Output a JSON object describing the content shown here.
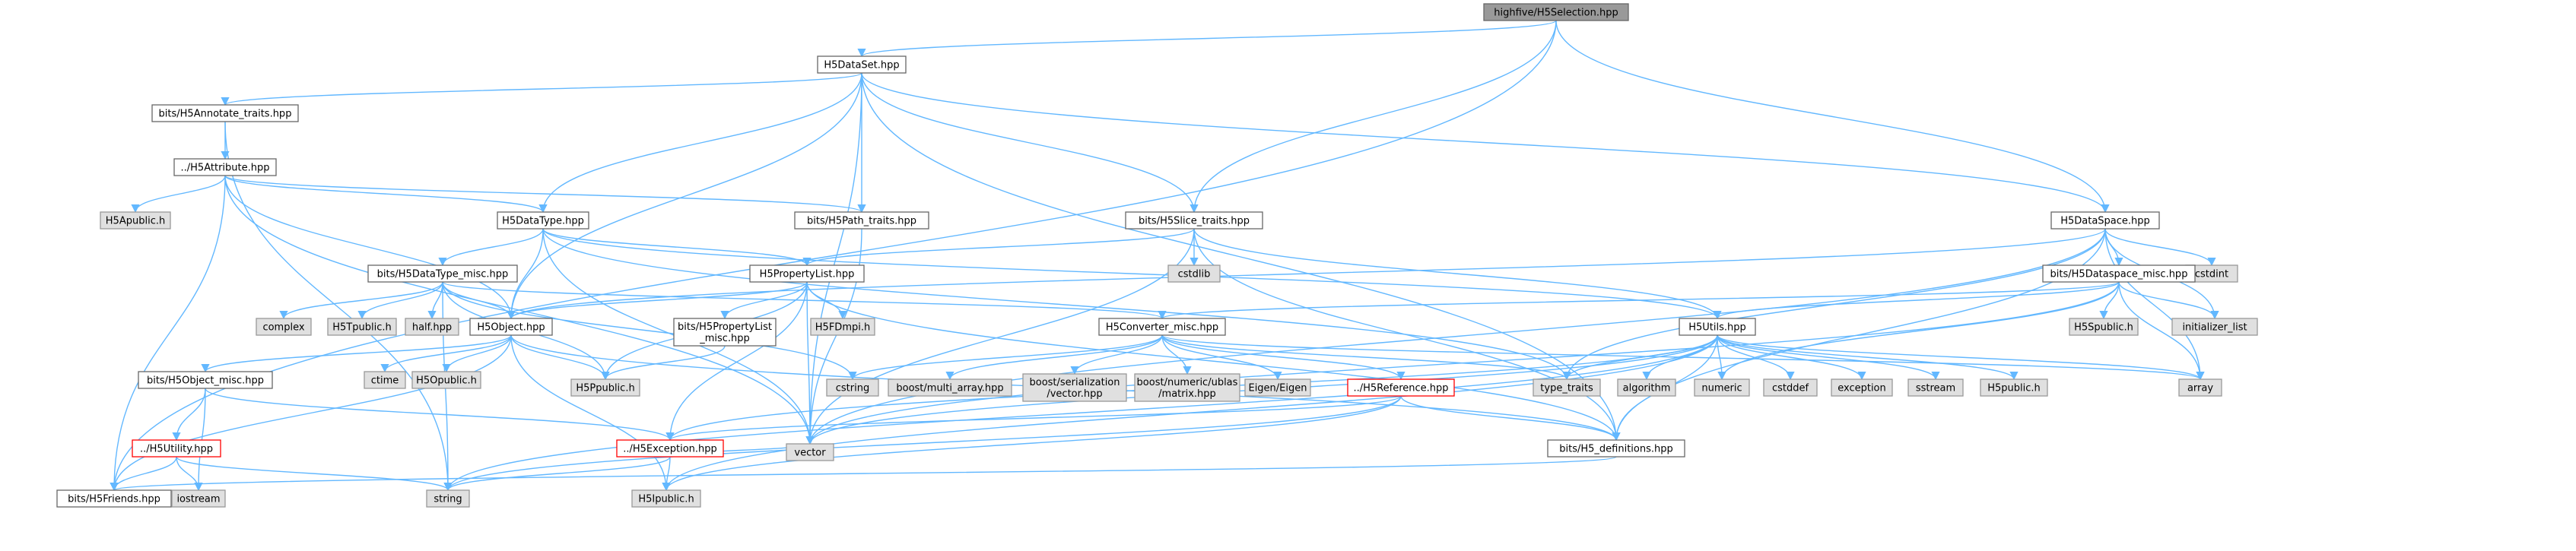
{
  "colors": {
    "edge": "#63b8ff",
    "text": "#000000",
    "root_fill": "#999999",
    "root_border": "#666666",
    "file_fill": "#ffffff",
    "file_border": "#666666",
    "system_fill": "#e0e0e0",
    "system_border": "#999999",
    "missing_border": "#ff0000"
  },
  "nodes": [
    {
      "id": "root",
      "label": "highfive/H5Selection.hpp",
      "kind": "root"
    },
    {
      "id": "dataset",
      "label": "H5DataSet.hpp",
      "kind": "file"
    },
    {
      "id": "annotate",
      "label": "bits/H5Annotate_traits.hpp",
      "kind": "file"
    },
    {
      "id": "attribute",
      "label": "../H5Attribute.hpp",
      "kind": "file"
    },
    {
      "id": "h5apublic",
      "label": "H5Apublic.h",
      "kind": "system"
    },
    {
      "id": "datatype",
      "label": "H5DataType.hpp",
      "kind": "file"
    },
    {
      "id": "pathtraits",
      "label": "bits/H5Path_traits.hpp",
      "kind": "file"
    },
    {
      "id": "slicetraits",
      "label": "bits/H5Slice_traits.hpp",
      "kind": "file"
    },
    {
      "id": "dataspace",
      "label": "H5DataSpace.hpp",
      "kind": "file"
    },
    {
      "id": "cstdlib",
      "label": "cstdlib",
      "kind": "system"
    },
    {
      "id": "cstdint",
      "label": "cstdint",
      "kind": "system"
    },
    {
      "id": "dtmisc",
      "label": "bits/H5DataType_misc.hpp",
      "kind": "file"
    },
    {
      "id": "proplist",
      "label": "H5PropertyList.hpp",
      "kind": "file"
    },
    {
      "id": "dsmisc",
      "label": "bits/H5Dataspace_misc.hpp",
      "kind": "file"
    },
    {
      "id": "complex",
      "label": "complex",
      "kind": "system"
    },
    {
      "id": "h5tpublic",
      "label": "H5Tpublic.h",
      "kind": "system"
    },
    {
      "id": "halfhpp",
      "label": "half.hpp",
      "kind": "system"
    },
    {
      "id": "object",
      "label": "H5Object.hpp",
      "kind": "file"
    },
    {
      "id": "plmisc",
      "label": "bits/H5PropertyList\n_misc.hpp",
      "kind": "file"
    },
    {
      "id": "h5fdmpi",
      "label": "H5FDmpi.h",
      "kind": "system"
    },
    {
      "id": "convmisc",
      "label": "H5Converter_misc.hpp",
      "kind": "file"
    },
    {
      "id": "utils",
      "label": "H5Utils.hpp",
      "kind": "file"
    },
    {
      "id": "h5spublic",
      "label": "H5Spublic.h",
      "kind": "system"
    },
    {
      "id": "initlist",
      "label": "initializer_list",
      "kind": "system"
    },
    {
      "id": "objmisc",
      "label": "bits/H5Object_misc.hpp",
      "kind": "file"
    },
    {
      "id": "ctime",
      "label": "ctime",
      "kind": "system"
    },
    {
      "id": "h5opublic",
      "label": "H5Opublic.h",
      "kind": "system"
    },
    {
      "id": "h5ppublic",
      "label": "H5Ppublic.h",
      "kind": "system"
    },
    {
      "id": "cstring",
      "label": "cstring",
      "kind": "system"
    },
    {
      "id": "multiarray",
      "label": "boost/multi_array.hpp",
      "kind": "system"
    },
    {
      "id": "serialvec",
      "label": "boost/serialization\n/vector.hpp",
      "kind": "system"
    },
    {
      "id": "ublas",
      "label": "boost/numeric/ublas\n/matrix.hpp",
      "kind": "system"
    },
    {
      "id": "eigen",
      "label": "Eigen/Eigen",
      "kind": "system"
    },
    {
      "id": "reference",
      "label": "../H5Reference.hpp",
      "kind": "missing"
    },
    {
      "id": "typetraits",
      "label": "type_traits",
      "kind": "system"
    },
    {
      "id": "algorithm",
      "label": "algorithm",
      "kind": "system"
    },
    {
      "id": "numeric",
      "label": "numeric",
      "kind": "system"
    },
    {
      "id": "cstddef",
      "label": "cstddef",
      "kind": "system"
    },
    {
      "id": "exception",
      "label": "exception",
      "kind": "system"
    },
    {
      "id": "sstream",
      "label": "sstream",
      "kind": "system"
    },
    {
      "id": "h5public",
      "label": "H5public.h",
      "kind": "system"
    },
    {
      "id": "array",
      "label": "array",
      "kind": "system"
    },
    {
      "id": "utility",
      "label": "../H5Utility.hpp",
      "kind": "missing"
    },
    {
      "id": "exceptionhpp",
      "label": "../H5Exception.hpp",
      "kind": "missing"
    },
    {
      "id": "vector",
      "label": "vector",
      "kind": "system"
    },
    {
      "id": "definitions",
      "label": "bits/H5_definitions.hpp",
      "kind": "file"
    },
    {
      "id": "friends",
      "label": "bits/H5Friends.hpp",
      "kind": "file"
    },
    {
      "id": "iostream",
      "label": "iostream",
      "kind": "system"
    },
    {
      "id": "string",
      "label": "string",
      "kind": "system"
    },
    {
      "id": "h5ipublic",
      "label": "H5Ipublic.h",
      "kind": "system"
    }
  ],
  "edges": [
    [
      "root",
      "dataset"
    ],
    [
      "root",
      "slicetraits"
    ],
    [
      "root",
      "dataspace"
    ],
    [
      "root",
      "friends"
    ],
    [
      "dataset",
      "annotate"
    ],
    [
      "dataset",
      "datatype"
    ],
    [
      "dataset",
      "pathtraits"
    ],
    [
      "dataset",
      "slicetraits"
    ],
    [
      "dataset",
      "dataspace"
    ],
    [
      "dataset",
      "object"
    ],
    [
      "dataset",
      "vector"
    ],
    [
      "dataset",
      "definitions"
    ],
    [
      "annotate",
      "attribute"
    ],
    [
      "annotate",
      "string"
    ],
    [
      "attribute",
      "h5apublic"
    ],
    [
      "attribute",
      "datatype"
    ],
    [
      "attribute",
      "object"
    ],
    [
      "attribute",
      "pathtraits"
    ],
    [
      "attribute",
      "vector"
    ],
    [
      "attribute",
      "friends"
    ],
    [
      "datatype",
      "dtmisc"
    ],
    [
      "datatype",
      "proplist"
    ],
    [
      "datatype",
      "object"
    ],
    [
      "datatype",
      "utils"
    ],
    [
      "datatype",
      "vector"
    ],
    [
      "datatype",
      "typetraits"
    ],
    [
      "pathtraits",
      "vector"
    ],
    [
      "slicetraits",
      "proplist"
    ],
    [
      "slicetraits",
      "cstdlib"
    ],
    [
      "slicetraits",
      "utils"
    ],
    [
      "slicetraits",
      "vector"
    ],
    [
      "slicetraits",
      "definitions"
    ],
    [
      "dataspace",
      "dsmisc"
    ],
    [
      "dataspace",
      "cstdint"
    ],
    [
      "dataspace",
      "initlist"
    ],
    [
      "dataspace",
      "array"
    ],
    [
      "dataspace",
      "object"
    ],
    [
      "dataspace",
      "typetraits"
    ],
    [
      "dataspace",
      "vector"
    ],
    [
      "dataspace",
      "definitions"
    ],
    [
      "dtmisc",
      "complex"
    ],
    [
      "dtmisc",
      "h5tpublic"
    ],
    [
      "dtmisc",
      "halfhpp"
    ],
    [
      "dtmisc",
      "object"
    ],
    [
      "dtmisc",
      "convmisc"
    ],
    [
      "dtmisc",
      "h5ppublic"
    ],
    [
      "dtmisc",
      "string"
    ],
    [
      "dtmisc",
      "cstring"
    ],
    [
      "proplist",
      "object"
    ],
    [
      "proplist",
      "plmisc"
    ],
    [
      "proplist",
      "h5fdmpi"
    ],
    [
      "proplist",
      "h5ppublic"
    ],
    [
      "proplist",
      "exceptionhpp"
    ],
    [
      "proplist",
      "vector"
    ],
    [
      "proplist",
      "definitions"
    ],
    [
      "dsmisc",
      "convmisc"
    ],
    [
      "dsmisc",
      "utils"
    ],
    [
      "dsmisc",
      "h5spublic"
    ],
    [
      "dsmisc",
      "initlist"
    ],
    [
      "dsmisc",
      "array"
    ],
    [
      "dsmisc",
      "numeric"
    ],
    [
      "dsmisc",
      "vector"
    ],
    [
      "object",
      "objmisc"
    ],
    [
      "object",
      "ctime"
    ],
    [
      "object",
      "h5opublic"
    ],
    [
      "object",
      "h5ppublic"
    ],
    [
      "object",
      "h5ipublic"
    ],
    [
      "object",
      "friends"
    ],
    [
      "object",
      "definitions"
    ],
    [
      "plmisc",
      "h5ppublic"
    ],
    [
      "convmisc",
      "cstring"
    ],
    [
      "convmisc",
      "multiarray"
    ],
    [
      "convmisc",
      "serialvec"
    ],
    [
      "convmisc",
      "ublas"
    ],
    [
      "convmisc",
      "eigen"
    ],
    [
      "convmisc",
      "reference"
    ],
    [
      "convmisc",
      "typetraits"
    ],
    [
      "convmisc",
      "array"
    ],
    [
      "utils",
      "algorithm"
    ],
    [
      "utils",
      "numeric"
    ],
    [
      "utils",
      "cstddef"
    ],
    [
      "utils",
      "exception"
    ],
    [
      "utils",
      "sstream"
    ],
    [
      "utils",
      "h5public"
    ],
    [
      "utils",
      "array"
    ],
    [
      "utils",
      "typetraits"
    ],
    [
      "utils",
      "vector"
    ],
    [
      "utils",
      "definitions"
    ],
    [
      "utils",
      "exceptionhpp"
    ],
    [
      "utils",
      "string"
    ],
    [
      "utils",
      "h5ipublic"
    ],
    [
      "objmisc",
      "utility"
    ],
    [
      "objmisc",
      "exceptionhpp"
    ],
    [
      "objmisc",
      "iostream"
    ],
    [
      "utility",
      "friends"
    ],
    [
      "utility",
      "iostream"
    ],
    [
      "utility",
      "string"
    ],
    [
      "reference",
      "exceptionhpp"
    ],
    [
      "reference",
      "definitions"
    ],
    [
      "reference",
      "string"
    ],
    [
      "reference",
      "h5ipublic"
    ],
    [
      "exceptionhpp",
      "h5ipublic"
    ],
    [
      "exceptionhpp",
      "string"
    ],
    [
      "exceptionhpp",
      "vector"
    ],
    [
      "definitions",
      "friends"
    ]
  ]
}
